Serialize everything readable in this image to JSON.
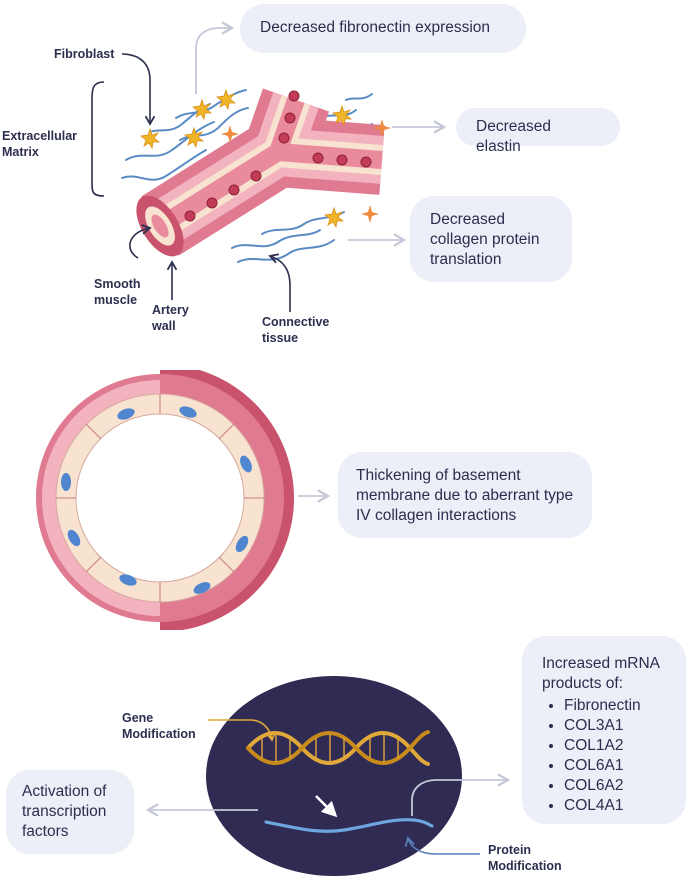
{
  "panel1": {
    "labels": {
      "fibroblast": "Fibroblast",
      "extracellular_matrix": "Extracellular\nMatrix",
      "smooth_muscle": "Smooth\nmuscle",
      "artery_wall": "Artery\nwall",
      "connective_tissue": "Connective\ntissue"
    },
    "boxes": {
      "fibronectin": "Decreased fibronectin expression",
      "elastin": "Decreased elastin",
      "collagen": "Decreased collagen protein translation"
    }
  },
  "panel2": {
    "box": "Thickening of basement membrane due to aberrant type IV collagen interactions"
  },
  "panel3": {
    "labels": {
      "gene_modification": "Gene\nModification",
      "protein_modification": "Protein\nModification"
    },
    "transcription_box": "Activation of transcription factors",
    "mrna_box": {
      "title": "Increased mRNA products of:",
      "items": [
        "Fibronectin",
        "COL3A1",
        "COL1A2",
        "COL6A1",
        "COL6A2",
        "COL4A1"
      ]
    }
  },
  "colors": {
    "box_bg": "#eceef8",
    "text": "#2b2f4e",
    "arrow_gray": "#c5c8d8",
    "artery_pink": "#e07a90",
    "artery_dark": "#c9536c",
    "wall_cream": "#f7e3cf",
    "blood_cell": "#c23c58",
    "fiber_blue": "#5a8cc4",
    "spark_yellow": "#f0b429",
    "spark_orange": "#f08a3c",
    "cell_blue": "#4f86cf",
    "nucleus_navy": "#2f2b53",
    "dna_gold": "#e0a93a",
    "rna_blue": "#6ea6e0"
  },
  "icons": [
    "star-spark-icon",
    "arrow-right-icon",
    "arrow-left-icon",
    "dna-helix-icon",
    "rna-strand-icon"
  ]
}
